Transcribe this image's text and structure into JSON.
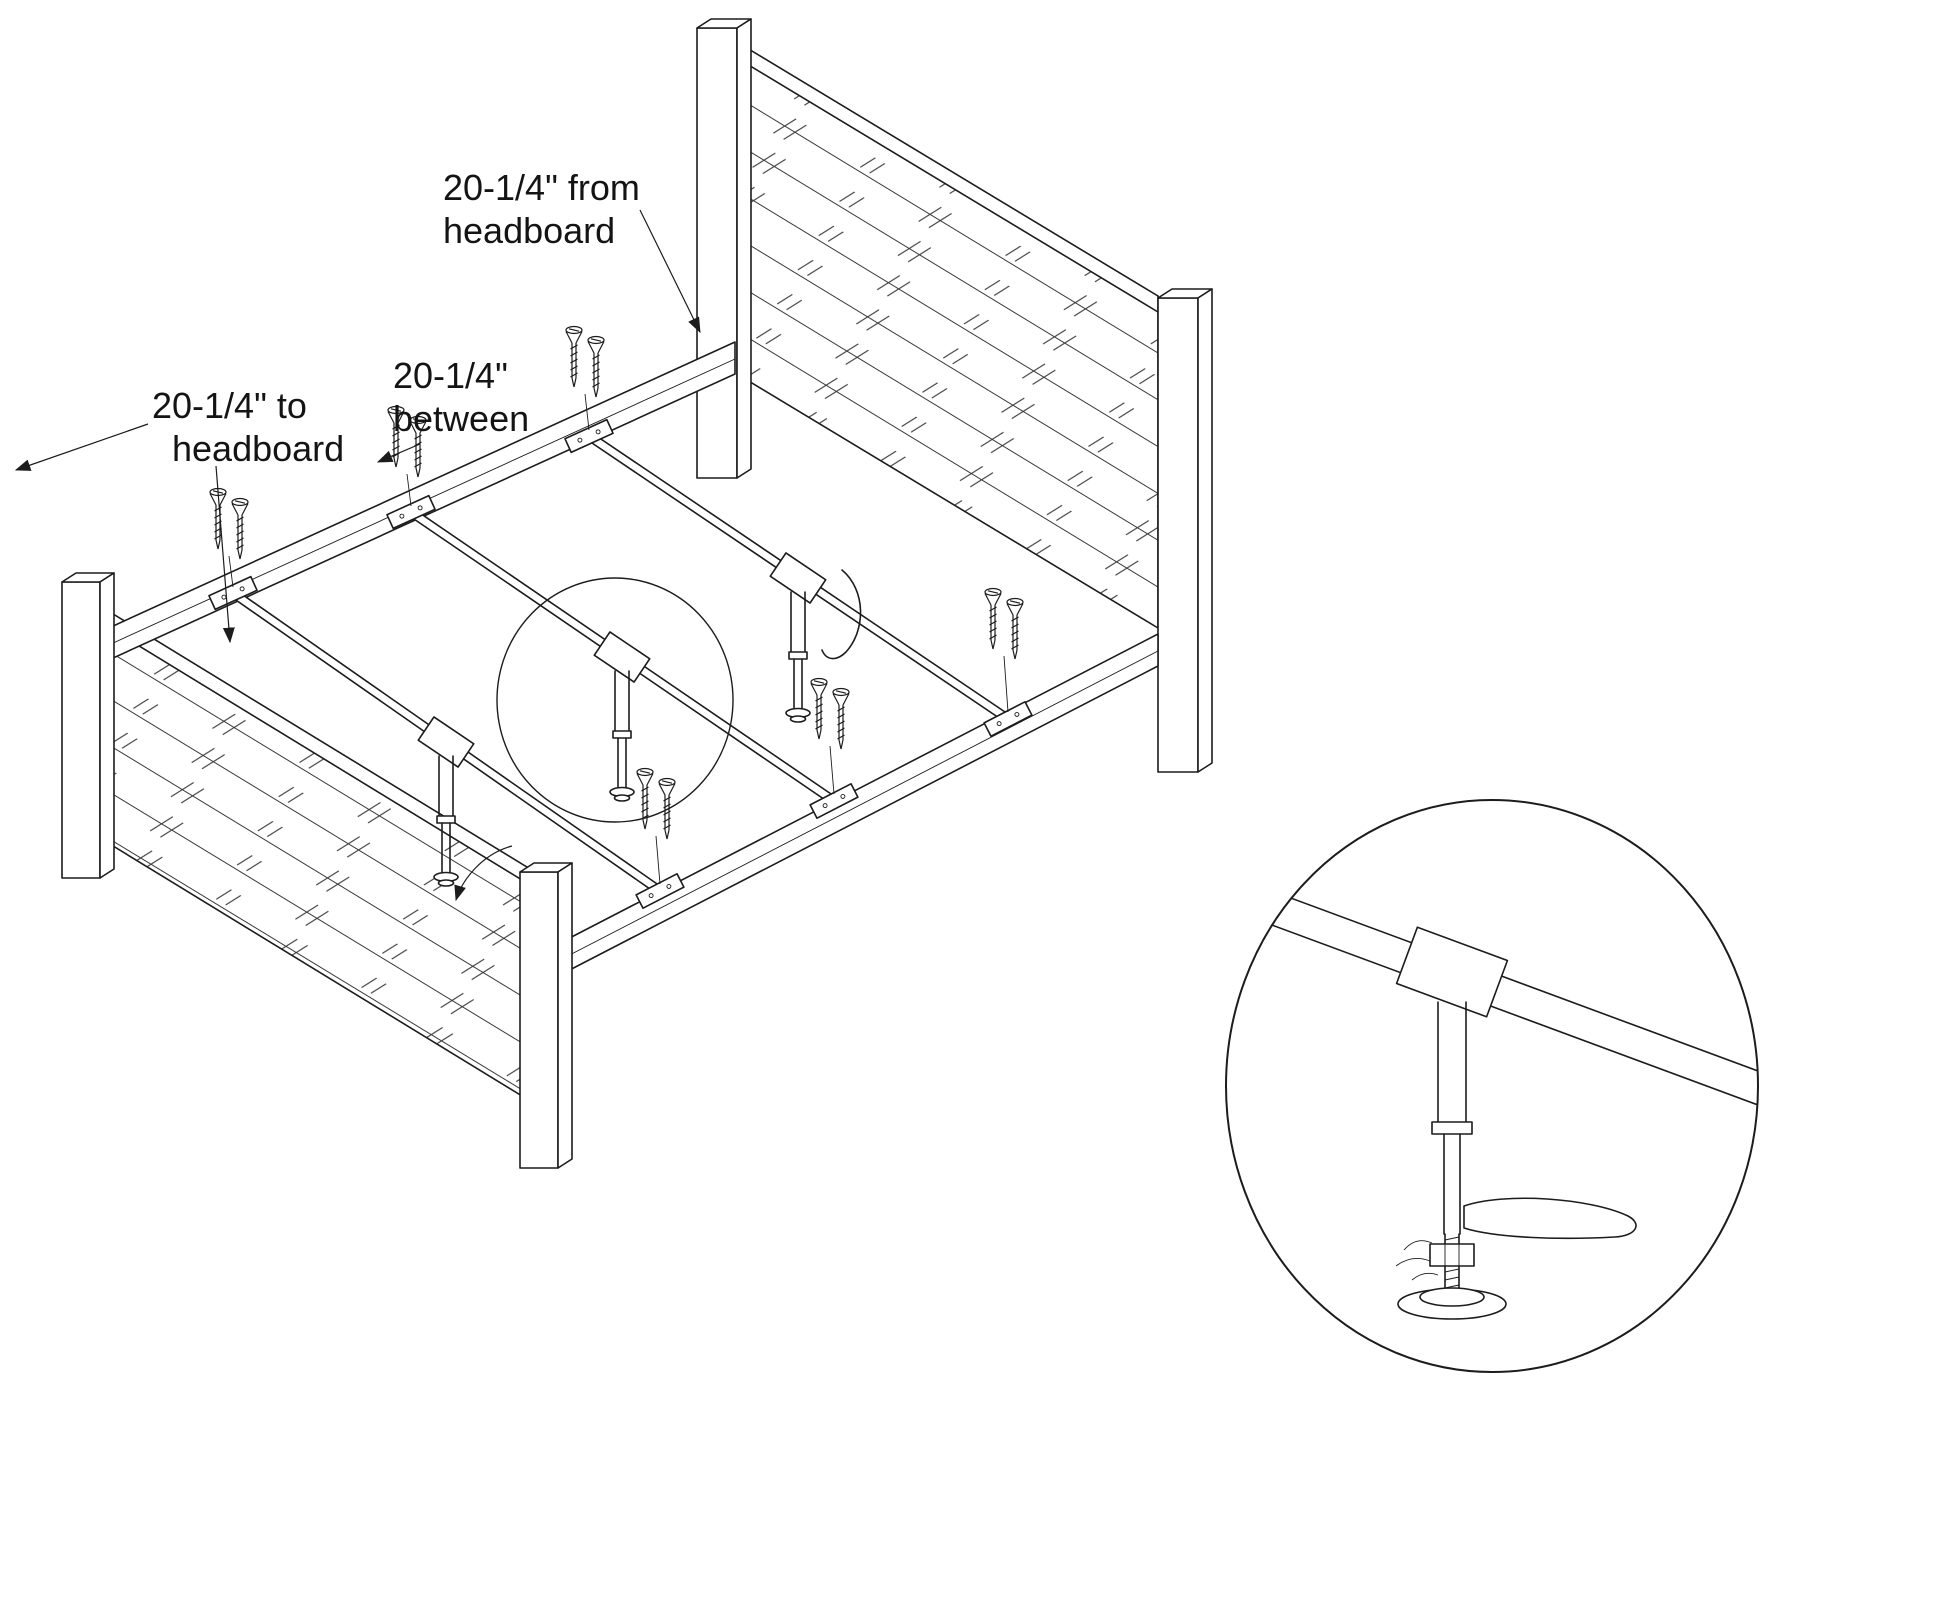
{
  "colors": {
    "ink": "#1c1c1c",
    "background": "#ffffff"
  },
  "labels": {
    "from_headboard": {
      "line1": "20-1/4\" from",
      "line2": "headboard"
    },
    "between": {
      "line1": "20-1/4\"",
      "line2": "between"
    },
    "to_headboard": {
      "line1": "20-1/4\" to",
      "line2": "headboard"
    }
  }
}
